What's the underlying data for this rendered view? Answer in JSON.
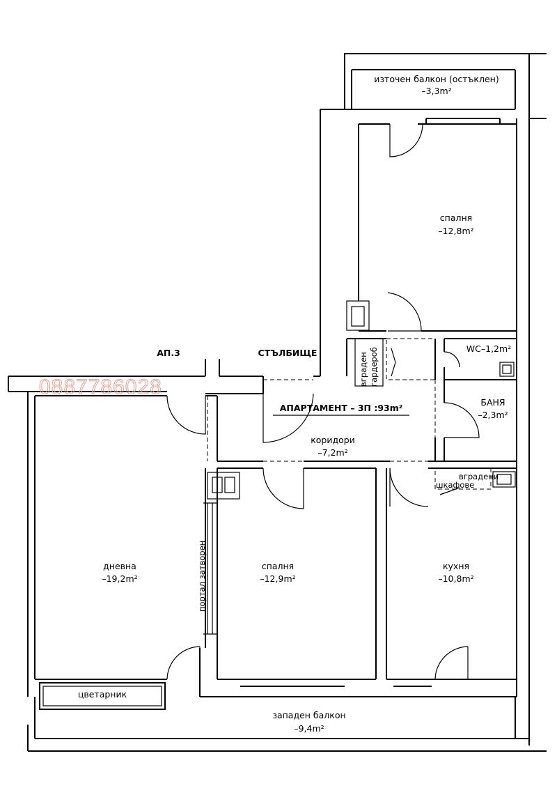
{
  "rooms": {
    "east_balcony": {
      "name": "източен балкон (остъклен)",
      "area": "–3,3m²"
    },
    "bedroom_north": {
      "name": "спалня",
      "area": "–12,8m²"
    },
    "wc": {
      "name": "WC–1,2m²"
    },
    "bathroom": {
      "name": "БАНЯ",
      "area": "–2,3m²"
    },
    "corridor": {
      "name": "коридори",
      "area": "–7,2m²"
    },
    "living_room": {
      "name": "дневна",
      "area": "–19,2m²"
    },
    "bedroom_south": {
      "name": "спалня",
      "area": "–12,9m²"
    },
    "kitchen": {
      "name": "кухня",
      "area": "–10,8m²"
    },
    "west_balcony": {
      "name": "западен балкон",
      "area": "–9,4m²"
    }
  },
  "labels": {
    "apartment_3": "АП.3",
    "staircase": "СТЪЛБИЩЕ",
    "apartment_title": "АПАРТАМЕНТ – 3П :93m²",
    "wardrobe_line1": "вграден",
    "wardrobe_line2": "гардероб",
    "cabinets_line1": "вградени",
    "cabinets_line2": "шкафове",
    "portal": "портал затворен",
    "flower_box": "цветарник"
  },
  "watermark": {
    "text": "0887786028",
    "color": "#e8a59a"
  }
}
